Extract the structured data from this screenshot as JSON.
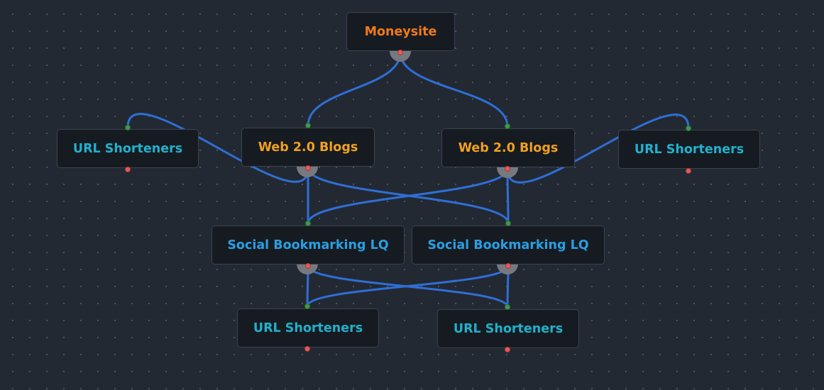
{
  "diagram": {
    "colors": {
      "edge": "#2f6fd6",
      "port_in": "#3f9a4a",
      "port_out": "#e85a5a",
      "title_orange": "#f07a1a",
      "title_amber": "#f0a020",
      "title_blue": "#2a9fe0",
      "title_cyan": "#21b1cc"
    },
    "nodes": [
      {
        "id": "moneysite",
        "label": "Moneysite",
        "color": "#f07a1a"
      },
      {
        "id": "web20-left",
        "label": "Web 2.0 Blogs",
        "color": "#f0a020"
      },
      {
        "id": "web20-right",
        "label": "Web 2.0 Blogs",
        "color": "#f0a020"
      },
      {
        "id": "url-top-left",
        "label": "URL Shorteners",
        "color": "#21b1cc"
      },
      {
        "id": "url-top-right",
        "label": "URL Shorteners",
        "color": "#21b1cc"
      },
      {
        "id": "social-left",
        "label": "Social Bookmarking LQ",
        "color": "#2a9fe0"
      },
      {
        "id": "social-right",
        "label": "Social Bookmarking LQ",
        "color": "#2a9fe0"
      },
      {
        "id": "url-bottom-left",
        "label": "URL Shorteners",
        "color": "#21b1cc"
      },
      {
        "id": "url-bottom-right",
        "label": "URL Shorteners",
        "color": "#21b1cc"
      }
    ],
    "edges": [
      {
        "from": "moneysite",
        "to": "web20-left"
      },
      {
        "from": "moneysite",
        "to": "web20-right"
      },
      {
        "from": "web20-left",
        "to": "url-top-left"
      },
      {
        "from": "web20-right",
        "to": "url-top-right"
      },
      {
        "from": "web20-left",
        "to": "social-left"
      },
      {
        "from": "web20-left",
        "to": "social-right"
      },
      {
        "from": "web20-right",
        "to": "social-left"
      },
      {
        "from": "web20-right",
        "to": "social-right"
      },
      {
        "from": "social-left",
        "to": "url-bottom-left"
      },
      {
        "from": "social-left",
        "to": "url-bottom-right"
      },
      {
        "from": "social-right",
        "to": "url-bottom-left"
      },
      {
        "from": "social-right",
        "to": "url-bottom-right"
      }
    ]
  }
}
